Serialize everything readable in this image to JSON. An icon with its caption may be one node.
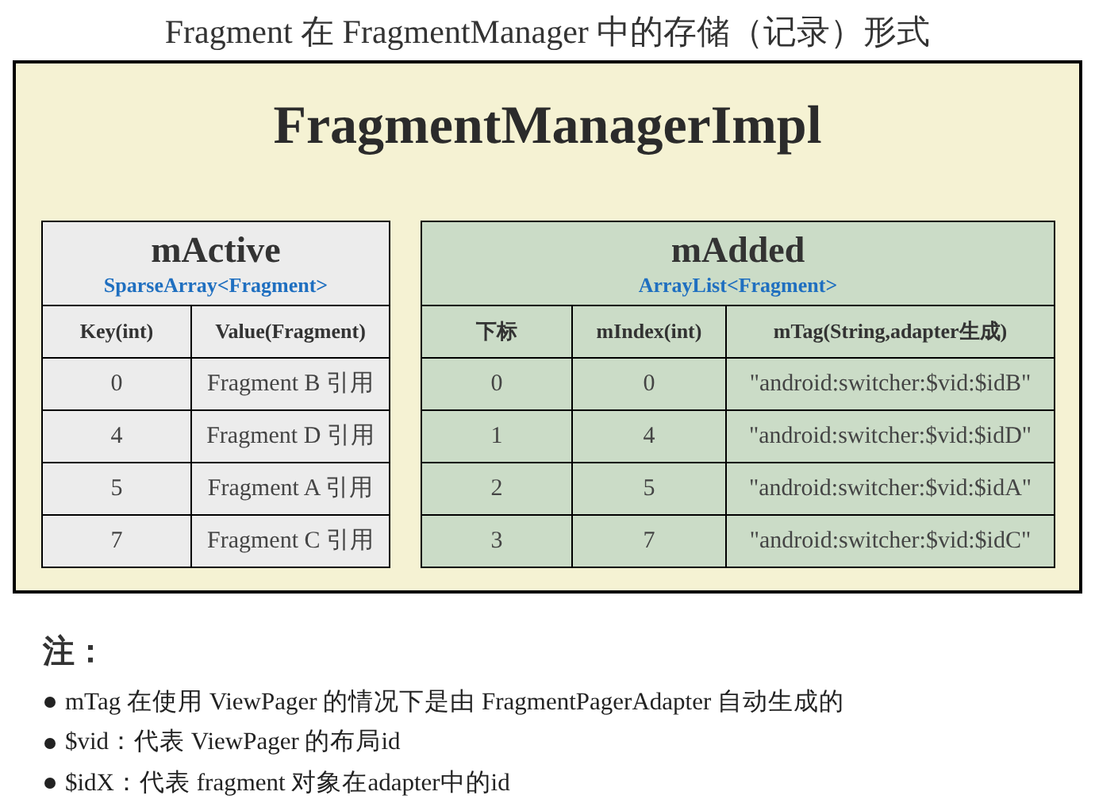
{
  "diagram": {
    "title": "Fragment 在 FragmentManager 中的存储（记录）形式",
    "nodes": [
      {
        "text": [
          "FragmentManagerImpl"
        ]
      },
      {
        "text": [
          "mActive",
          "SparseArray<Fragment>"
        ],
        "in": 0
      },
      {
        "text": [
          "mAdded",
          "ArrayList<Fragment>"
        ],
        "in": 0
      }
    ],
    "labels": [
      "Key(int)",
      "Value(Fragment)",
      "0",
      "Fragment B 引用",
      "4",
      "Fragment D 引用",
      "5",
      "Fragment A 引用",
      "7",
      "Fragment C 引用",
      "下标",
      "mIndex(int)",
      "mTag(String,adapter生成)",
      "0",
      "0",
      "\"android:switcher:$vid:$idB\"",
      "1",
      "4",
      "\"android:switcher:$vid:$idD\"",
      "2",
      "5",
      "\"android:switcher:$vid:$idA\"",
      "3",
      "7",
      "\"android:switcher:$vid:$idC\"",
      "注：",
      "mTag 在使用 ViewPager 的情况下是由 FragmentPagerAdapter 自动生成的",
      "$vid：代表 ViewPager 的布局id",
      "$idX：代表 fragment 对象在adapter中的id"
    ]
  }
}
